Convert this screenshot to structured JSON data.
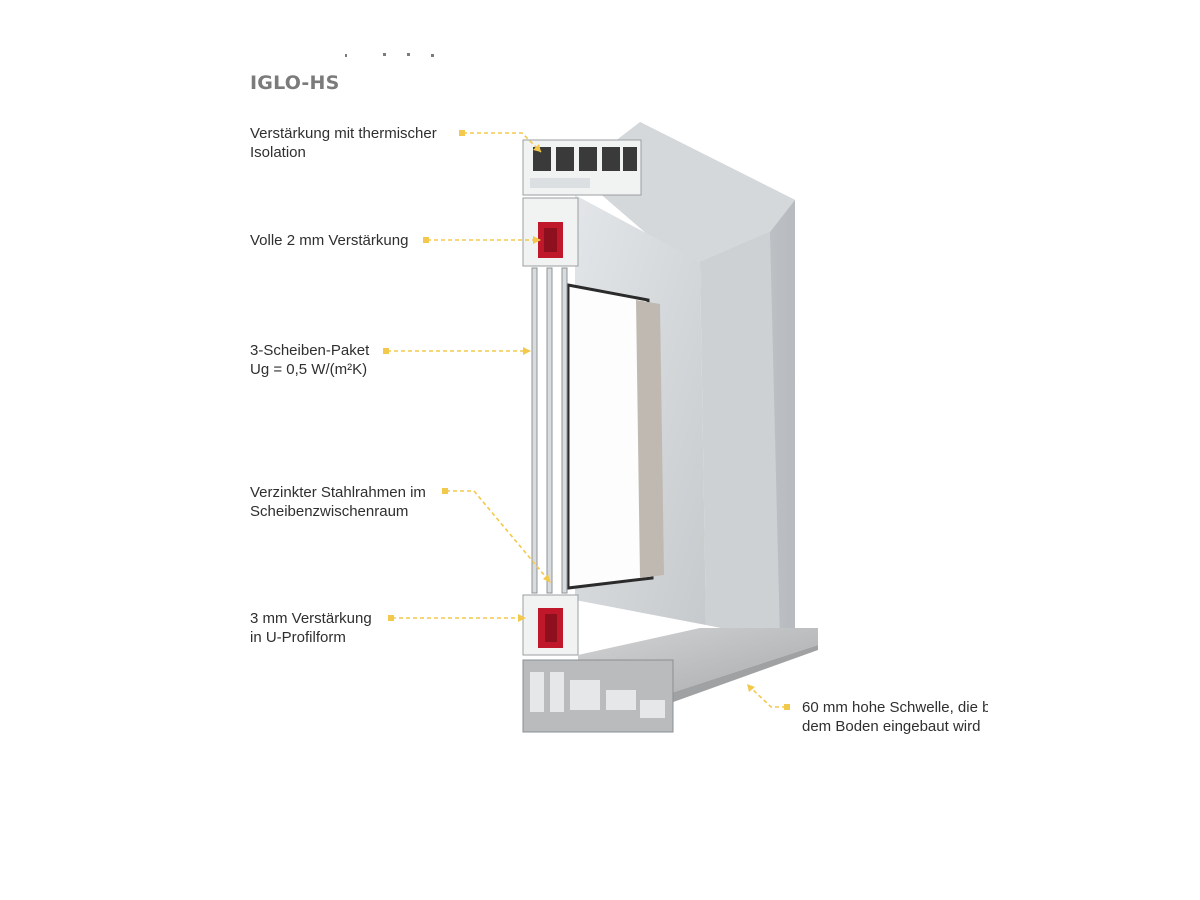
{
  "title": "IGLO-HS",
  "callouts": [
    {
      "line1": "Verstärkung mit thermischer",
      "line2": "Isolation"
    },
    {
      "line1": "Volle 2 mm Verstärkung",
      "line2": ""
    },
    {
      "line1": "3-Scheiben-Paket",
      "line2": "Ug = 0,5 W/(m²K)"
    },
    {
      "line1": "Verzinkter Stahlrahmen im",
      "line2": "Scheibenzwischenraum"
    },
    {
      "line1": "3 mm Verstärkung",
      "line2": "in U-Profilform"
    },
    {
      "line1": "60 mm hohe Schwelle, die b",
      "line2": "dem Boden eingebaut wird"
    }
  ],
  "colors": {
    "title": "#7b7b7b",
    "text": "#2f2f2f",
    "leader": "#f2c94c",
    "frame": "#c9cdd1",
    "reinforcement": "#c0182b",
    "threshold": "#b8b9bb"
  }
}
